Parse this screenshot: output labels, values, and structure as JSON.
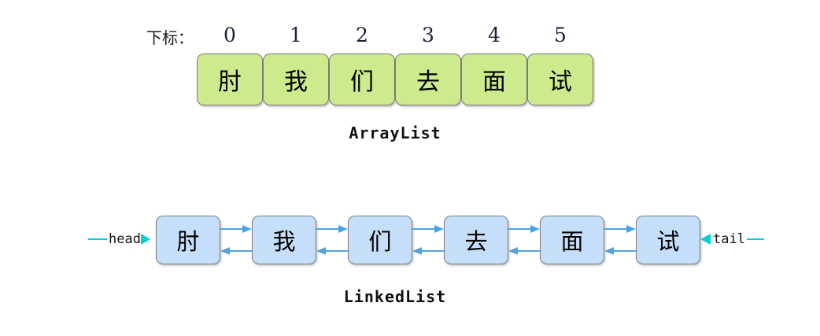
{
  "diagram": {
    "title_hidden": "",
    "colors": {
      "array_cell_fill": "#cceb8c",
      "node_fill": "#c5dffb",
      "box_border": "#7b7b7b",
      "link_arrow": "#4da3e8",
      "marker_arrow": "#00d2d2",
      "text": "#000000"
    }
  },
  "arraylist": {
    "index_label": "下标：",
    "indices": [
      "0",
      "1",
      "2",
      "3",
      "4",
      "5"
    ],
    "cells": [
      "肘",
      "我",
      "们",
      "去",
      "面",
      "试"
    ],
    "caption": "ArrayList"
  },
  "linkedlist": {
    "nodes": [
      "肘",
      "我",
      "们",
      "去",
      "面",
      "试"
    ],
    "head_label": "head",
    "tail_label": "tail",
    "caption": "LinkedList",
    "link_count": 5
  }
}
